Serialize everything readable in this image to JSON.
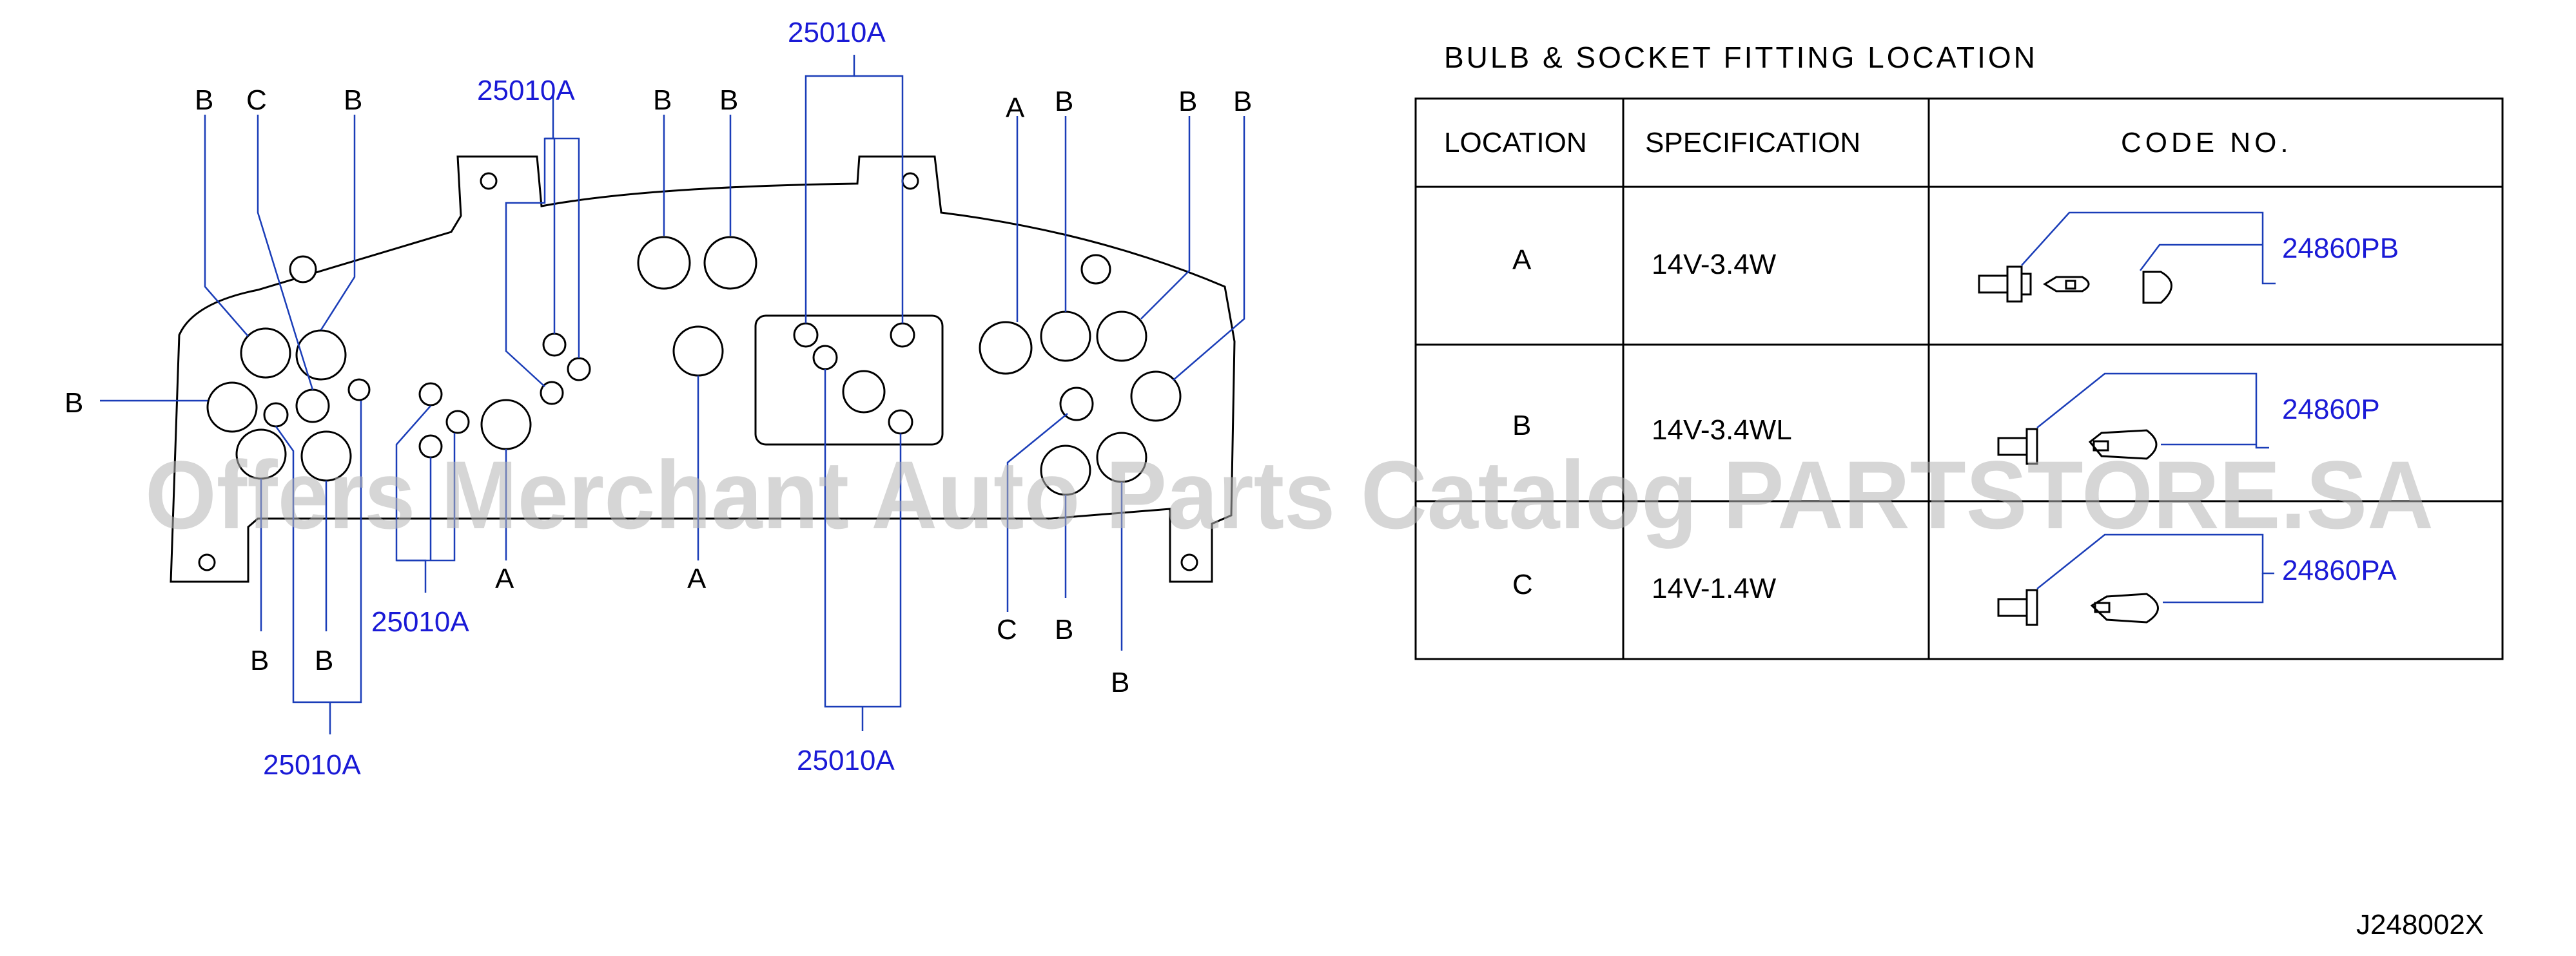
{
  "table": {
    "title": "BULB & SOCKET FITTING LOCATION",
    "headers": [
      "LOCATION",
      "SPECIFICATION",
      "CODE NO."
    ],
    "rows": [
      {
        "location": "A",
        "specification": "14V-3.4W",
        "code": "24860PB"
      },
      {
        "location": "B",
        "specification": "14V-3.4WL",
        "code": "24860P"
      },
      {
        "location": "C",
        "specification": "14V-1.4W",
        "code": "24860PA"
      }
    ]
  },
  "callouts": {
    "part_25010A": "25010A",
    "loc_a": "A",
    "loc_b": "B",
    "loc_c": "C"
  },
  "watermark": "Offers Merchant Auto Parts Catalog PARTSTORE.SA",
  "drawing_code": "J248002X",
  "colors": {
    "line": "#000000",
    "callout": "#1a3db8",
    "part_text": "#1a1ad6",
    "watermark": "#b4b4b4"
  }
}
